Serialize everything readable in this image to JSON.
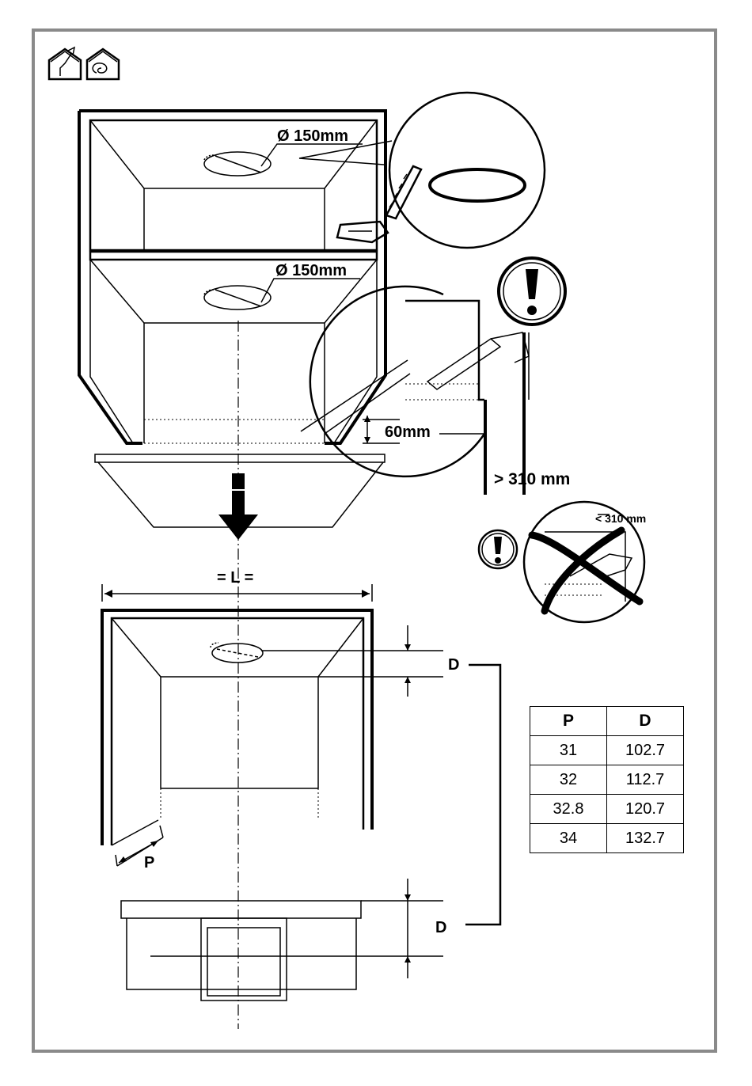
{
  "labels": {
    "hole_diameter_top": "Ø 150mm",
    "hole_diameter_mid": "Ø 150mm",
    "cut_depth": "60mm",
    "min_distance": "> 310 mm",
    "min_distance_warning": "< 310 mm",
    "width_label": "= L =",
    "depth_label_top": "D",
    "depth_label_bottom": "D",
    "p_label": "P"
  },
  "icons": [
    "ducted-installation-icon",
    "recirculating-installation-icon",
    "warning-icon",
    "saw-icon"
  ],
  "table": {
    "headers": [
      "P",
      "D"
    ],
    "rows": [
      [
        "31",
        "102.7"
      ],
      [
        "32",
        "112.7"
      ],
      [
        "32.8",
        "120.7"
      ],
      [
        "34",
        "132.7"
      ]
    ]
  }
}
